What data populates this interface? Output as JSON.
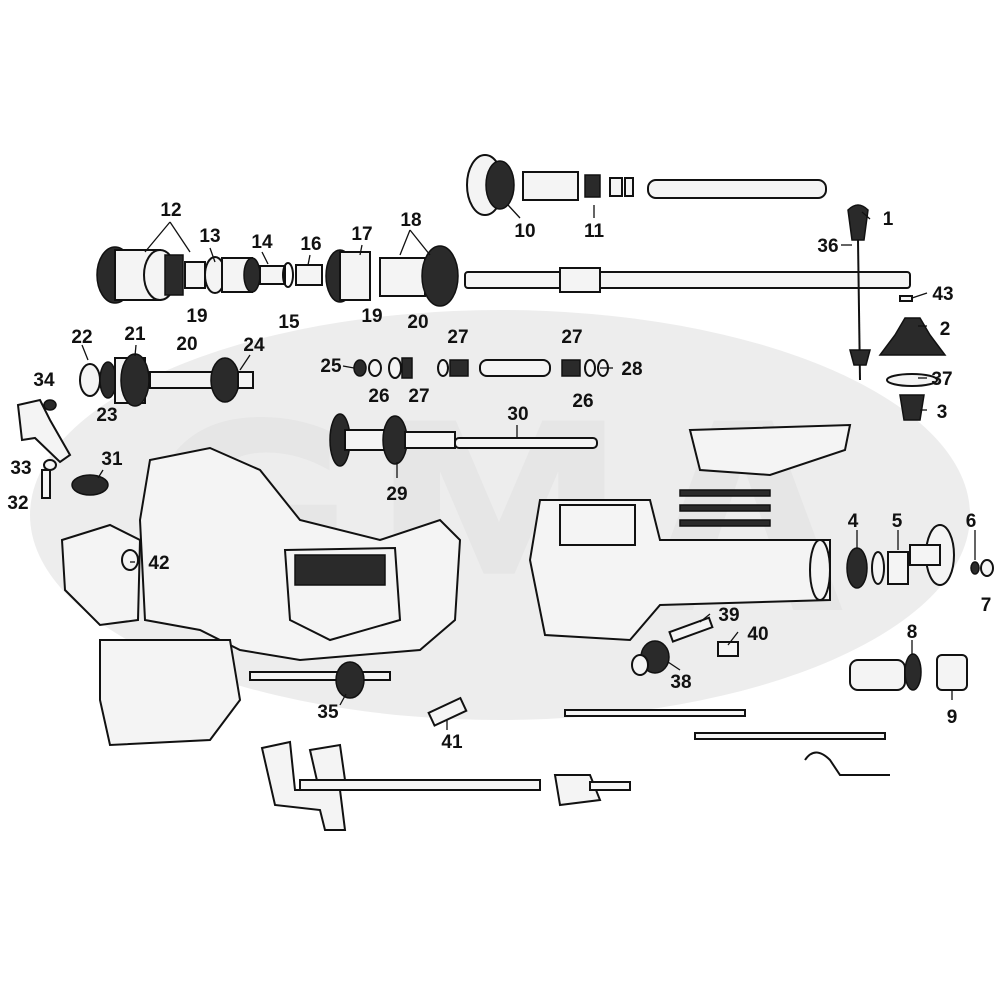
{
  "watermark": "GMA",
  "callouts": [
    {
      "id": "c1",
      "text": "1"
    },
    {
      "id": "c2",
      "text": "2"
    },
    {
      "id": "c3",
      "text": "3"
    },
    {
      "id": "c4",
      "text": "4"
    },
    {
      "id": "c5",
      "text": "5"
    },
    {
      "id": "c6",
      "text": "6"
    },
    {
      "id": "c7",
      "text": "7"
    },
    {
      "id": "c8",
      "text": "8"
    },
    {
      "id": "c9",
      "text": "9"
    },
    {
      "id": "c10",
      "text": "10"
    },
    {
      "id": "c11",
      "text": "11"
    },
    {
      "id": "c12",
      "text": "12"
    },
    {
      "id": "c13",
      "text": "13"
    },
    {
      "id": "c14",
      "text": "14"
    },
    {
      "id": "c15",
      "text": "15"
    },
    {
      "id": "c16",
      "text": "16"
    },
    {
      "id": "c17",
      "text": "17"
    },
    {
      "id": "c18",
      "text": "18"
    },
    {
      "id": "c19a",
      "text": "19"
    },
    {
      "id": "c19b",
      "text": "19"
    },
    {
      "id": "c20a",
      "text": "20"
    },
    {
      "id": "c20b",
      "text": "20"
    },
    {
      "id": "c21",
      "text": "21"
    },
    {
      "id": "c22",
      "text": "22"
    },
    {
      "id": "c23",
      "text": "23"
    },
    {
      "id": "c24",
      "text": "24"
    },
    {
      "id": "c25",
      "text": "25"
    },
    {
      "id": "c26a",
      "text": "26"
    },
    {
      "id": "c26b",
      "text": "26"
    },
    {
      "id": "c27a",
      "text": "27"
    },
    {
      "id": "c27b",
      "text": "27"
    },
    {
      "id": "c27c",
      "text": "27"
    },
    {
      "id": "c28",
      "text": "28"
    },
    {
      "id": "c29",
      "text": "29"
    },
    {
      "id": "c30",
      "text": "30"
    },
    {
      "id": "c31",
      "text": "31"
    },
    {
      "id": "c32",
      "text": "32"
    },
    {
      "id": "c33",
      "text": "33"
    },
    {
      "id": "c34",
      "text": "34"
    },
    {
      "id": "c35",
      "text": "35"
    },
    {
      "id": "c36",
      "text": "36"
    },
    {
      "id": "c37",
      "text": "37"
    },
    {
      "id": "c38",
      "text": "38"
    },
    {
      "id": "c39",
      "text": "39"
    },
    {
      "id": "c40",
      "text": "40"
    },
    {
      "id": "c41",
      "text": "41"
    },
    {
      "id": "c42",
      "text": "42"
    },
    {
      "id": "c43",
      "text": "43"
    }
  ]
}
